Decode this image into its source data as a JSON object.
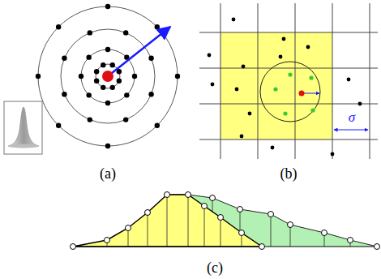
{
  "diagram": {
    "labels": [
      "(a)",
      "(b)",
      "σ",
      "(c)"
    ]
  }
}
